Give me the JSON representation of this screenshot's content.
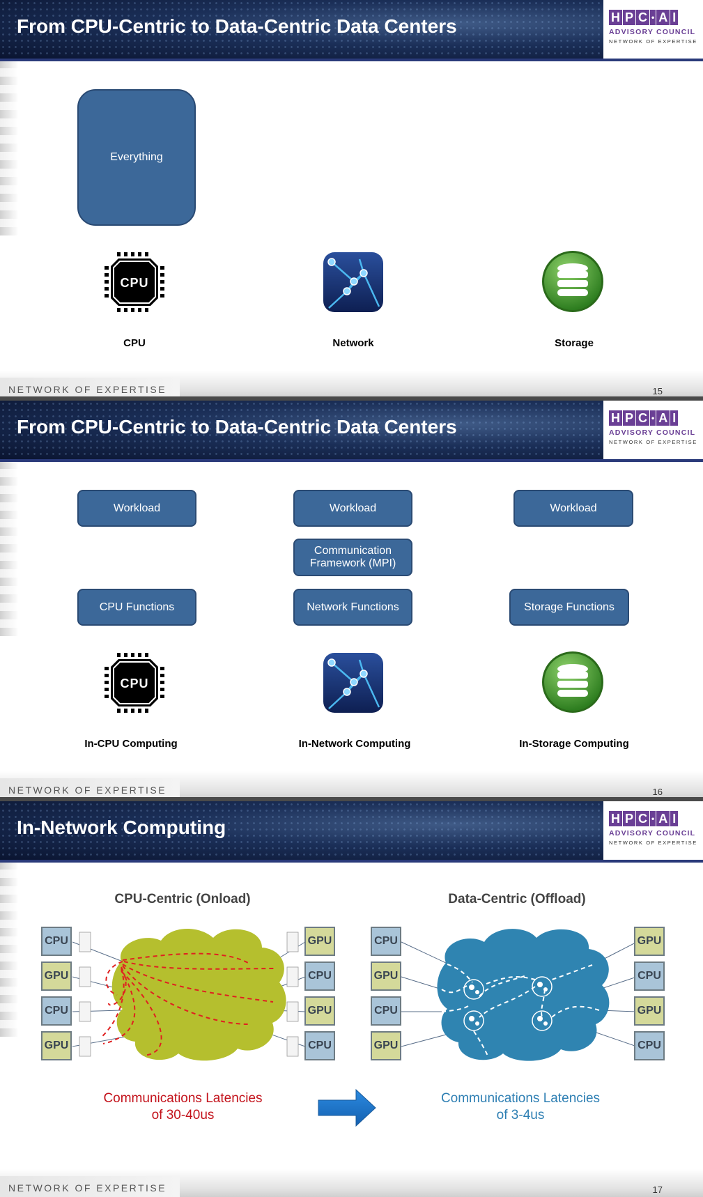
{
  "slides": [
    {
      "title": "From CPU-Centric to Data-Centric Data Centers",
      "page_number": "15",
      "everything_label": "Everything",
      "labels": [
        "CPU",
        "Network",
        "Storage"
      ]
    },
    {
      "title": "From CPU-Centric to Data-Centric Data Centers",
      "page_number": "16",
      "workload_labels": [
        "Workload",
        "Workload",
        "Workload"
      ],
      "comm_framework": "Communication Framework (MPI)",
      "function_labels": [
        "CPU Functions",
        "Network Functions",
        "Storage Functions"
      ],
      "labels": [
        "In-CPU Computing",
        "In-Network Computing",
        "In-Storage Computing"
      ]
    },
    {
      "title": "In-Network Computing",
      "page_number": "17",
      "left_title": "CPU-Centric (Onload)",
      "right_title": "Data-Centric (Offload)",
      "left_chips_left": [
        "CPU",
        "GPU",
        "CPU",
        "GPU"
      ],
      "left_chips_right": [
        "GPU",
        "CPU",
        "GPU",
        "CPU"
      ],
      "right_chips_left": [
        "CPU",
        "GPU",
        "CPU",
        "GPU"
      ],
      "right_chips_right": [
        "GPU",
        "CPU",
        "GPU",
        "CPU"
      ],
      "left_latency_line1": "Communications Latencies",
      "left_latency_line2": "of 30-40us",
      "right_latency_line1": "Communications Latencies",
      "right_latency_line2": "of 3-4us"
    }
  ],
  "logo": {
    "hpc": [
      "H",
      "P",
      "C",
      "•",
      "A",
      "I"
    ],
    "advisory": "ADVISORY COUNCIL",
    "network": "NETWORK OF EXPERTISE"
  },
  "footer_text": "NETWORK OF EXPERTISE",
  "colors": {
    "box_blue": "#3c6899",
    "brand_purple": "#6a3f95",
    "cloud_green": "#b5bf2e",
    "cloud_blue": "#2f84b1",
    "latency_red": "#c3121b",
    "latency_blue": "#2e7fb3",
    "arrow_blue": "#1a72c7"
  }
}
